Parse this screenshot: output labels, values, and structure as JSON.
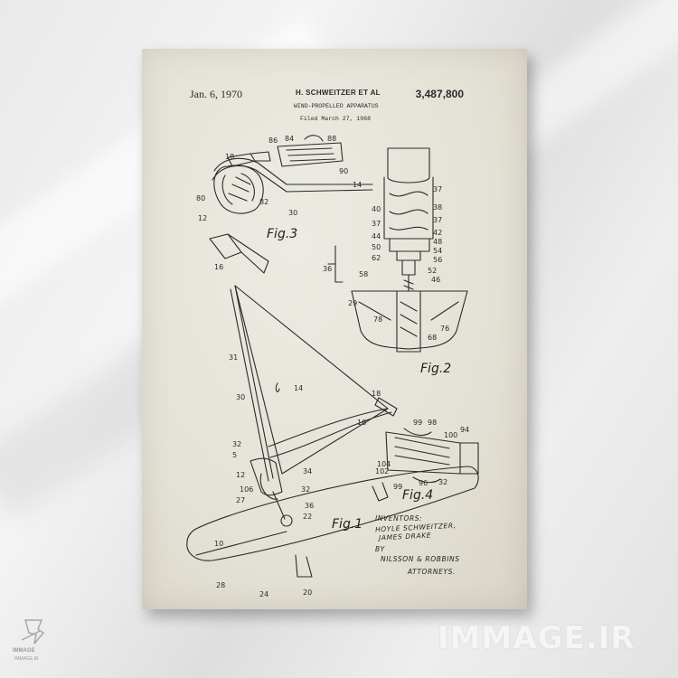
{
  "patent": {
    "date": "Jan. 6, 1970",
    "inventor_header": "H. SCHWEITZER ET AL",
    "number": "3,487,800",
    "title": "WIND-PROPELLED APPARATUS",
    "filed": "Filed March 27, 1968"
  },
  "figures": {
    "fig1": "Fig.1",
    "fig2": "Fig.2",
    "fig3": "Fig.3",
    "fig4": "Fig.4"
  },
  "signature": {
    "inventors_label": "INVENTORS:",
    "inventor1": "HOYLE SCHWEITZER,",
    "inventor2": "JAMES DRAKE",
    "by": "BY",
    "firm": "NILSSON & ROBBINS",
    "attorneys": "ATTORNEYS."
  },
  "watermark": "IMMAGE.IR",
  "logo": {
    "name": "IMMAGE",
    "sub": "IMMAGE.IR"
  }
}
